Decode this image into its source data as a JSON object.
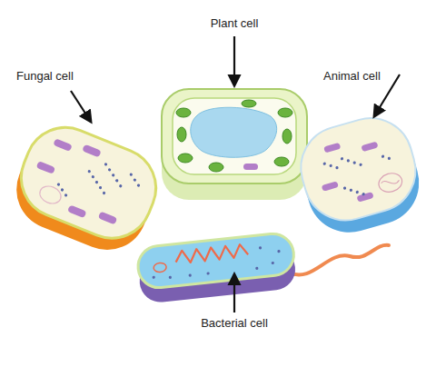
{
  "diagram": {
    "labels": [
      "Fungal cell",
      "Plant cell",
      "Animal cell",
      "Bacterial cell"
    ]
  }
}
